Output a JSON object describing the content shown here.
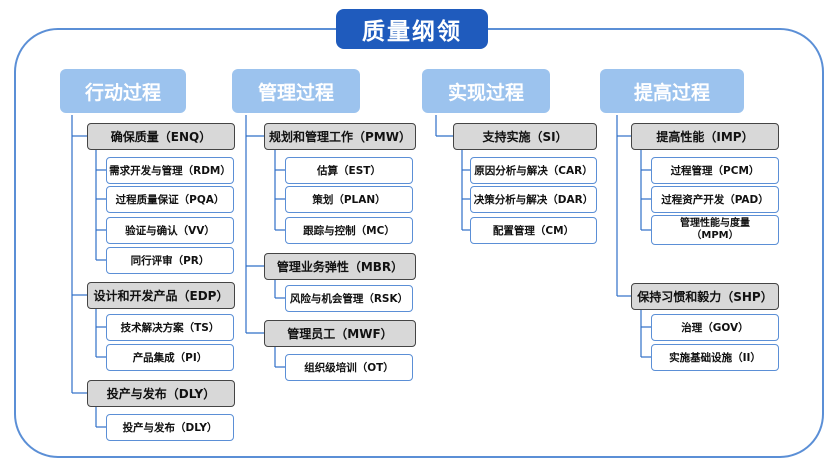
{
  "title": "质量纲领",
  "categories": [
    {
      "label": "行动过程"
    },
    {
      "label": "管理过程"
    },
    {
      "label": "实现过程"
    },
    {
      "label": "提高过程"
    }
  ],
  "groups": {
    "enq": "确保质量（ENQ）",
    "edp": "设计和开发产品（EDP）",
    "dly": "投产与发布（DLY）",
    "pmw": "规划和管理工作（PMW）",
    "mbr": "管理业务弹性（MBR）",
    "mwf": "管理员工（MWF）",
    "si": "支持实施（SI）",
    "imp": "提高性能（IMP）",
    "shp": "保持习惯和毅力（SHP）"
  },
  "leaves": {
    "rdm": "需求开发与管理（RDM）",
    "pqa": "过程质量保证（PQA）",
    "vv": "验证与确认（VV）",
    "pr": "同行评审（PR）",
    "ts": "技术解决方案（TS）",
    "pi": "产品集成（PI）",
    "dly": "投产与发布（DLY）",
    "est": "估算（EST）",
    "plan": "策划（PLAN）",
    "mc": "跟踪与控制（MC）",
    "rsk": "风险与机会管理（RSK）",
    "ot": "组织级培训（OT）",
    "car": "原因分析与解决（CAR）",
    "dar": "决策分析与解决（DAR）",
    "cm": "配置管理（CM）",
    "pcm": "过程管理（PCM）",
    "pad": "过程资产开发（PAD）",
    "mpm": "管理性能与度量（MPM）",
    "gov": "治理（GOV）",
    "ii": "实施基础设施（II）"
  }
}
